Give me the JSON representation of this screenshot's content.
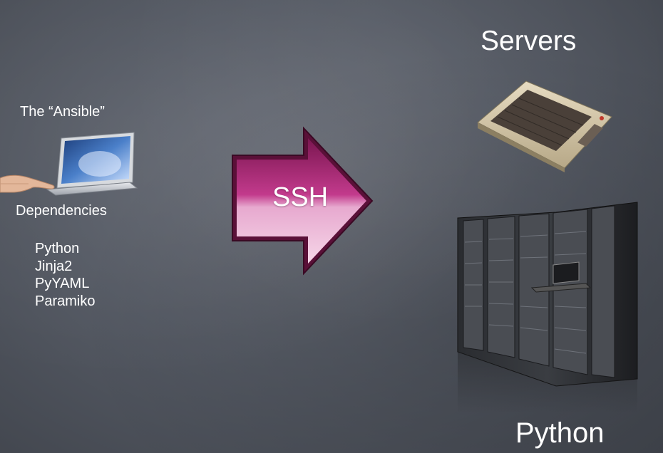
{
  "client": {
    "title": "The “Ansible”",
    "dependencies_heading": "Dependencies",
    "dependencies": [
      "Python",
      "Jinja2",
      "PyYAML",
      "Paramiko"
    ]
  },
  "connection": {
    "label": "SSH"
  },
  "targets": {
    "title": "Servers",
    "requirement": "Python"
  },
  "icons": [
    "laptop-icon",
    "hand-icon",
    "arrow-icon",
    "keyboard-computer-icon",
    "server-rack-icon"
  ],
  "colors": {
    "background": "#555a64",
    "arrow": "#b8317f",
    "text": "#ffffff"
  }
}
